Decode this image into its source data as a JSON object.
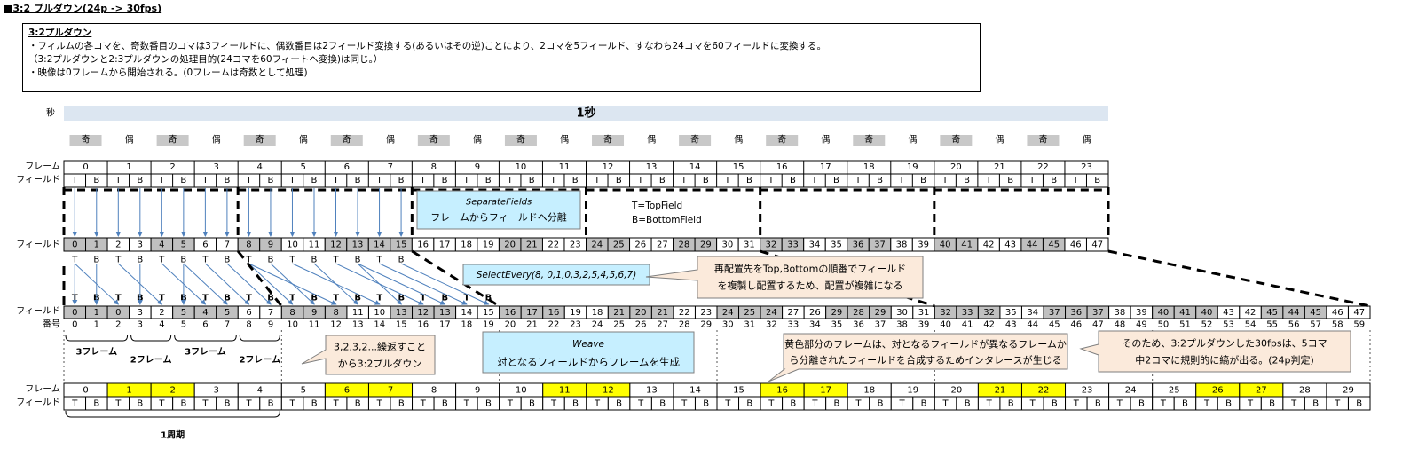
{
  "header": {
    "title": "■3:2 プルダウン(24p -> 30fps)"
  },
  "description": {
    "heading": "3:2プルダウン",
    "lines": [
      "・フィルムの各コマを、奇数番目のコマは3フィールドに、偶数番目は2フィールド変換する(あるいはその逆)ことにより、2コマを5フィールド、すなわち24コマを60フィールドに変換する。",
      "（3:2プルダウンと2:3プルダウンの処理目的(24コマを60フィートへ変換)は同じ。）",
      "・映像は0フレームから開始される。(0フレームは奇数として処理)"
    ]
  },
  "row_labels": {
    "second": "秒",
    "frame": "フレーム",
    "field": "フィールド",
    "field_no1": "フィールド",
    "field_no2": "番号"
  },
  "one_second": "1秒",
  "parity": {
    "odd": "奇",
    "even": "偶"
  },
  "tb": {
    "top": "T",
    "bottom": "B"
  },
  "source_frames": [
    "0",
    "1",
    "2",
    "3",
    "4",
    "5",
    "6",
    "7",
    "8",
    "9",
    "10",
    "11",
    "12",
    "13",
    "14",
    "15",
    "16",
    "17",
    "18",
    "19",
    "20",
    "21",
    "22",
    "23"
  ],
  "separated_fields": [
    "0",
    "1",
    "2",
    "3",
    "4",
    "5",
    "6",
    "7",
    "8",
    "9",
    "10",
    "11",
    "12",
    "13",
    "14",
    "15",
    "16",
    "17",
    "18",
    "19",
    "20",
    "21",
    "22",
    "23",
    "24",
    "25",
    "26",
    "27",
    "28",
    "29",
    "30",
    "31",
    "32",
    "33",
    "34",
    "35",
    "36",
    "37",
    "38",
    "39",
    "40",
    "41",
    "42",
    "43",
    "44",
    "45",
    "46",
    "47"
  ],
  "separated_shaded": [
    0,
    1,
    4,
    5,
    8,
    9,
    12,
    13,
    14,
    15,
    20,
    21,
    24,
    25,
    28,
    29,
    32,
    33,
    36,
    37,
    40,
    41,
    44,
    45
  ],
  "selected_fields": [
    "0",
    "1",
    "0",
    "3",
    "2",
    "5",
    "4",
    "5",
    "6",
    "7",
    "8",
    "9",
    "8",
    "11",
    "10",
    "13",
    "12",
    "13",
    "14",
    "15",
    "16",
    "17",
    "16",
    "19",
    "18",
    "21",
    "20",
    "21",
    "22",
    "23",
    "24",
    "25",
    "24",
    "27",
    "26",
    "29",
    "28",
    "29",
    "30",
    "31",
    "32",
    "33",
    "32",
    "35",
    "34",
    "37",
    "36",
    "37",
    "38",
    "39",
    "40",
    "41",
    "40",
    "43",
    "42",
    "45",
    "44",
    "45",
    "46",
    "47"
  ],
  "selected_shaded": [
    0,
    1,
    2,
    5,
    6,
    7,
    10,
    11,
    12,
    15,
    16,
    17,
    20,
    21,
    22,
    25,
    26,
    27,
    30,
    31,
    32,
    35,
    36,
    37,
    40,
    41,
    42,
    45,
    46,
    47,
    50,
    51,
    52,
    55,
    56,
    57
  ],
  "output_index": [
    "0",
    "1",
    "2",
    "3",
    "4",
    "5",
    "6",
    "7",
    "8",
    "9",
    "10",
    "11",
    "12",
    "13",
    "14",
    "15",
    "16",
    "17",
    "18",
    "19",
    "20",
    "21",
    "22",
    "23",
    "24",
    "25",
    "26",
    "27",
    "28",
    "29",
    "30",
    "31",
    "32",
    "33",
    "34",
    "35",
    "36",
    "37",
    "38",
    "39",
    "40",
    "41",
    "42",
    "43",
    "44",
    "45",
    "46",
    "47",
    "48",
    "49",
    "50",
    "51",
    "52",
    "53",
    "54",
    "55",
    "56",
    "57",
    "58",
    "59"
  ],
  "output_frames": [
    "0",
    "1",
    "2",
    "3",
    "4",
    "5",
    "6",
    "7",
    "8",
    "9",
    "10",
    "11",
    "12",
    "13",
    "14",
    "15",
    "16",
    "17",
    "18",
    "19",
    "20",
    "21",
    "22",
    "23",
    "24",
    "25",
    "26",
    "27",
    "28",
    "29"
  ],
  "output_highlight": [
    1,
    2,
    6,
    7,
    11,
    12,
    16,
    17,
    21,
    22,
    26,
    27
  ],
  "colors": {
    "band": "#dce6f1",
    "parity_bg": "#c8c8c8",
    "shade": "#c0c0c0",
    "yellow": "#ffff00",
    "arrow": "#4f81bd",
    "callout_blue": "#c6efff",
    "callout_orange": "#fbeadb"
  },
  "group_labels": [
    "3フレーム",
    "2フレーム",
    "3フレーム",
    "2フレーム"
  ],
  "cycle_label": "1周期",
  "boxes": {
    "separate_title": "SeparateFields",
    "separate_desc": "フレームからフィールドへ分離",
    "legend_top": "T=TopField",
    "legend_bottom": "B=BottomField",
    "select_text": "SelectEvery(8, 0,1,0,3,2,5,4,5,6,7)",
    "weave_title": "Weave",
    "weave_desc": "対となるフィールドからフレームを生成",
    "callout_realign": [
      "再配置先をTop,Bottomの順番でフィールド",
      "を複製し配置するため、配置が複雑になる"
    ],
    "callout_repeat": [
      "3,2,3,2...繰返すこと",
      "から3:2プルダウン"
    ],
    "callout_yellow": [
      "黄色部分のフレームは、対となるフィールドが異なるフレームか",
      "ら分離されたフィールドを合成するためインタレースが生じる"
    ],
    "callout_result": [
      "そのため、3:2プルダウンした30fpsは、5コマ",
      "中2コマに規則的に縞が出る。(24p判定)"
    ]
  }
}
